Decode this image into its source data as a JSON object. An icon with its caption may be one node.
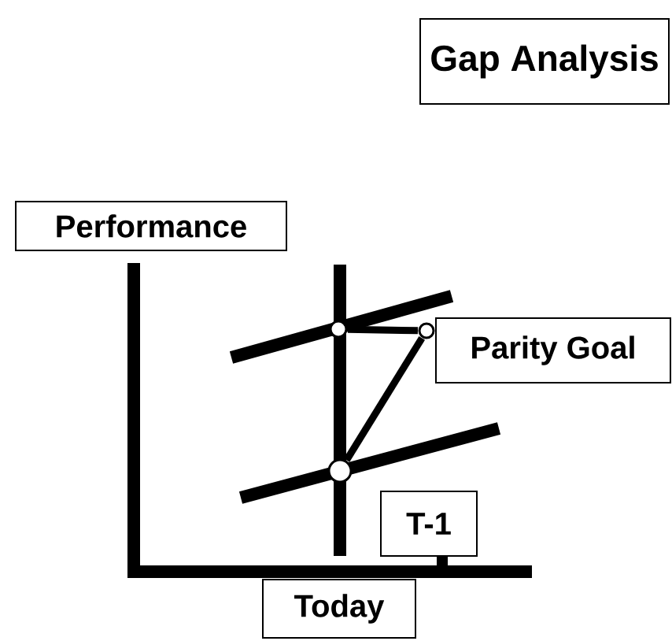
{
  "diagram": {
    "title": "Gap Analysis",
    "nodes": [
      {
        "text": [
          "Performance"
        ]
      },
      {
        "text": [
          "Parity Goal"
        ]
      },
      {
        "text": [
          "T-1"
        ]
      },
      {
        "text": [
          "Today"
        ]
      },
      {
        "text": [],
        "shape": "circle"
      },
      {
        "text": [],
        "shape": "circle"
      },
      {
        "text": [],
        "shape": "circle"
      }
    ],
    "edges": [
      {
        "from": 4,
        "to": 6,
        "arrow": "none"
      },
      {
        "from": 5,
        "to": 6,
        "arrow": "none"
      }
    ]
  }
}
